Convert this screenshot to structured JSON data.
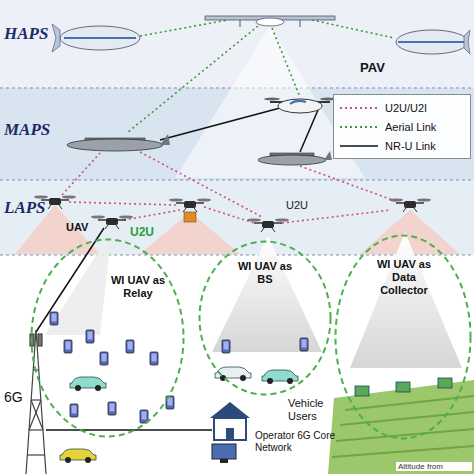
{
  "diagram": {
    "nodes": [
      {
        "text": [
          "HAPS"
        ]
      },
      {
        "text": [
          "MAPS"
        ]
      },
      {
        "text": [
          "LAPS"
        ]
      },
      {
        "text": [
          "WI UAV as Relay"
        ]
      },
      {
        "text": [
          "WI UAV as BS"
        ]
      },
      {
        "text": [
          "WI UAV as Data Collector"
        ]
      }
    ],
    "labels": [
      "PAV",
      "U2U",
      "U2U",
      "UAV",
      "6G",
      "Vehicle Users",
      "Operator 6G Core Network",
      "Altitude from"
    ],
    "legend": [
      {
        "text": "U2U/U2I"
      },
      {
        "text": "Aerial Link"
      },
      {
        "text": "NR-U Link"
      }
    ]
  }
}
